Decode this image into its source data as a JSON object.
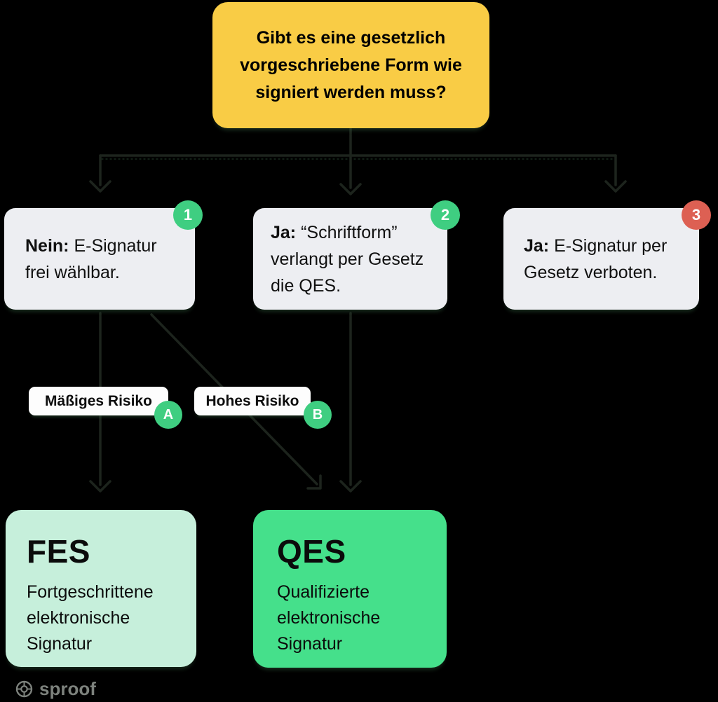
{
  "title_box": {
    "text": "Gibt es eine gesetzlich\nvorgeschriebene Form wie\nsigniert werden muss?",
    "bg": "#F9CC45"
  },
  "options": [
    {
      "badge": "1",
      "badge_color": "#3FCE81",
      "prefix": "Nein:",
      "text": "E-Signatur\nfrei wählbar."
    },
    {
      "badge": "2",
      "badge_color": "#3FCE81",
      "prefix": "Ja:",
      "text": "“Schriftform”\nverlangt per Gesetz\ndie QES."
    },
    {
      "badge": "3",
      "badge_color": "#DD6053",
      "prefix": "Ja:",
      "text": "E-Signatur per\nGesetz verboten."
    }
  ],
  "risk_labels": [
    {
      "badge": "A",
      "text": "Mäßiges Risiko"
    },
    {
      "badge": "B",
      "text": "Hohes Risiko"
    }
  ],
  "outcomes": [
    {
      "abbr": "FES",
      "description": "Fortgeschrittene\nelektronische\nSignatur",
      "bg": "#C6EFDB"
    },
    {
      "abbr": "QES",
      "description": "Qualifizierte\nelektronische\nSignatur",
      "bg": "#45E08B"
    }
  ],
  "brand": {
    "name": "sproof"
  },
  "colors": {
    "background": "#000000",
    "badge_green": "#3FCE81",
    "badge_red": "#DD6053",
    "option_bg": "#EDEEF2",
    "risk_label_bg": "#FDFDFD",
    "arrow": "#1d241d",
    "title_text": "#101010"
  }
}
